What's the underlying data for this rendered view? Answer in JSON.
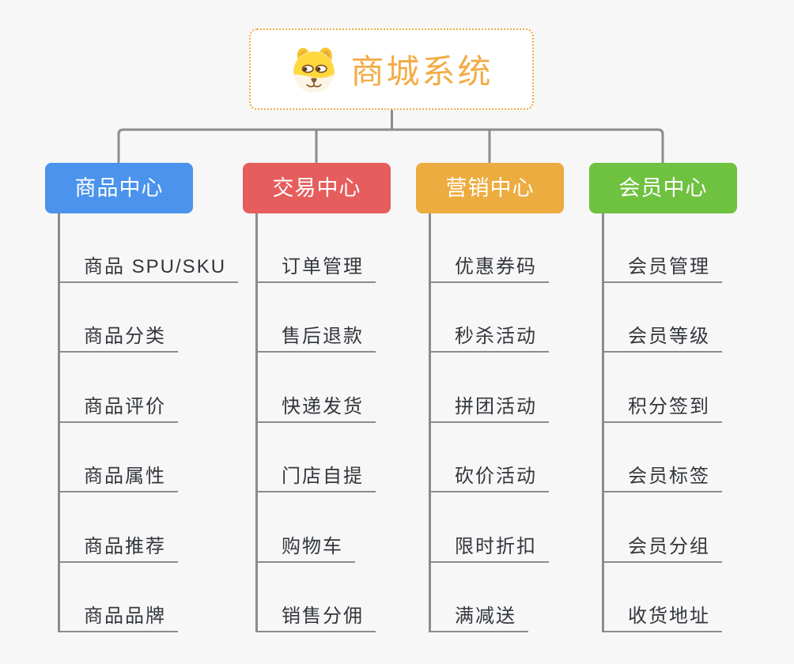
{
  "root": {
    "title": "商城系统",
    "icon": "shiba-dog-icon"
  },
  "branches": [
    {
      "label": "商品中心",
      "color": "#4b93ec",
      "items": [
        "商品 SPU/SKU",
        "商品分类",
        "商品评价",
        "商品属性",
        "商品推荐",
        "商品品牌"
      ]
    },
    {
      "label": "交易中心",
      "color": "#e65d5d",
      "items": [
        "订单管理",
        "售后退款",
        "快递发货",
        "门店自提",
        "购物车",
        "销售分佣"
      ]
    },
    {
      "label": "营销中心",
      "color": "#ecac3f",
      "items": [
        "优惠券码",
        "秒杀活动",
        "拼团活动",
        "砍价活动",
        "限时折扣",
        "满减送"
      ]
    },
    {
      "label": "会员中心",
      "color": "#6fc140",
      "items": [
        "会员管理",
        "会员等级",
        "积分签到",
        "会员标签",
        "会员分组",
        "收货地址"
      ]
    }
  ],
  "theme": {
    "background": "#f7f7f7",
    "root_title_color": "#f2ac46",
    "root_border_color": "#f0ab45",
    "connector_color": "#8c8c8c",
    "leaf_text_color": "#33373c"
  }
}
